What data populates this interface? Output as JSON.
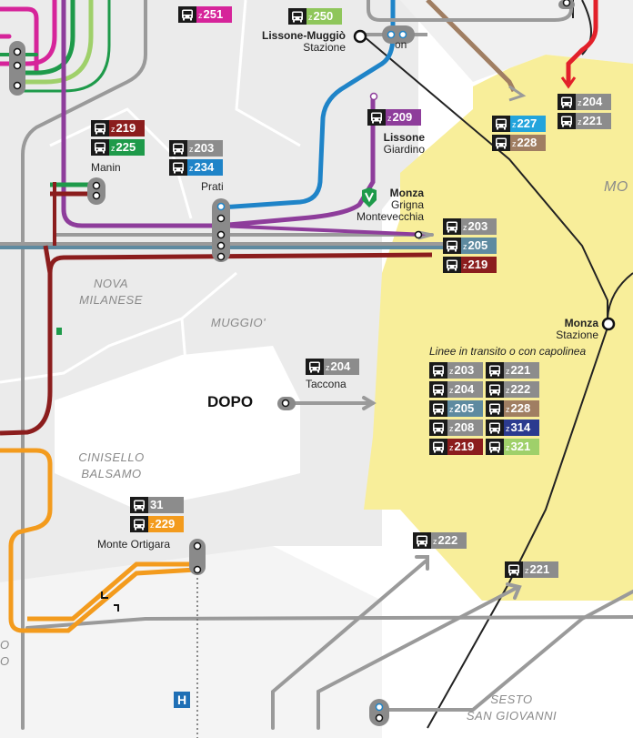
{
  "map": {
    "labels": {
      "lissone_muggio": "Lissone-Muggiò",
      "lissone_muggio_sub": "Stazione",
      "lissone_giardino": "Lissone",
      "lissone_giardino_sub": "Giardino",
      "manin": "Manin",
      "prati": "Prati",
      "monza_grigna_1": "Monza",
      "monza_grigna_2": "Grigna",
      "monza_grigna_3": "Montevecchia",
      "monza_stazione": "Monza",
      "monza_stazione_sub": "Stazione",
      "transit_note": "Linee in transito o con capolinea",
      "taccona": "Taccona",
      "dopo": "DOPO",
      "monte_ortigara": "Monte Ortigara",
      "top_partial": "on",
      "mo_partial": "MO",
      "o_partial": "O",
      "o_partial2": "O"
    },
    "areas": {
      "nova_1": "NOVA",
      "nova_2": "MILANESE",
      "muggio": "MUGGIO'",
      "cinisello_1": "CINISELLO",
      "cinisello_2": "BALSAMO",
      "sesto_1": "SESTO",
      "sesto_2": "SAN GIOVANNI"
    },
    "hospital_icon": "H",
    "colors": {
      "yellow_zone": "#f8ee9a",
      "grey_zone": "#e9e9e9",
      "line_magenta": "#d6249a",
      "line_green": "#1e9a4a",
      "line_lightgreen": "#9fd06a",
      "line_purple": "#8e3d9b",
      "line_blue": "#1f84c8",
      "line_darkred": "#8b1d1d",
      "line_steel": "#5e8aa0",
      "line_orange": "#f39b1d",
      "line_grey": "#8c8c8c",
      "line_brown": "#a07e62",
      "line_red": "#e2202a"
    },
    "badges": {
      "b251": {
        "prefix": "z",
        "num": "251",
        "color": "#d6249a"
      },
      "b250": {
        "prefix": "z",
        "num": "250",
        "color": "#8fc65b"
      },
      "b219a": {
        "prefix": "z",
        "num": "219",
        "color": "#8b1d1d"
      },
      "b225": {
        "prefix": "z",
        "num": "225",
        "color": "#1e9a4a"
      },
      "b203a": {
        "prefix": "z",
        "num": "203",
        "color": "#8c8c8c"
      },
      "b234": {
        "prefix": "z",
        "num": "234",
        "color": "#1f84c8"
      },
      "b209": {
        "prefix": "z",
        "num": "209",
        "color": "#8e3d9b"
      },
      "b227": {
        "prefix": "z",
        "num": "227",
        "color": "#23a4dc"
      },
      "b228": {
        "prefix": "z",
        "num": "228",
        "color": "#a07e62"
      },
      "b204a": {
        "prefix": "z",
        "num": "204",
        "color": "#8c8c8c"
      },
      "b221a": {
        "prefix": "z",
        "num": "221",
        "color": "#8c8c8c"
      },
      "b203b": {
        "prefix": "z",
        "num": "203",
        "color": "#8c8c8c"
      },
      "b205a": {
        "prefix": "z",
        "num": "205",
        "color": "#5e8aa0"
      },
      "b219b": {
        "prefix": "z",
        "num": "219",
        "color": "#8b1d1d"
      },
      "b204t": {
        "prefix": "z",
        "num": "204",
        "color": "#8c8c8c"
      },
      "b31": {
        "prefix": "",
        "num": "31",
        "color": "#8c8c8c"
      },
      "b229": {
        "prefix": "z",
        "num": "229",
        "color": "#f39b1d"
      },
      "b222s": {
        "prefix": "z",
        "num": "222",
        "color": "#8c8c8c"
      },
      "b221s": {
        "prefix": "z",
        "num": "221",
        "color": "#8c8c8c"
      }
    },
    "monza_grid": [
      {
        "prefix": "z",
        "num": "203",
        "color": "#8c8c8c"
      },
      {
        "prefix": "z",
        "num": "221",
        "color": "#8c8c8c"
      },
      {
        "prefix": "z",
        "num": "204",
        "color": "#8c8c8c"
      },
      {
        "prefix": "z",
        "num": "222",
        "color": "#8c8c8c"
      },
      {
        "prefix": "z",
        "num": "205",
        "color": "#5e8aa0"
      },
      {
        "prefix": "z",
        "num": "228",
        "color": "#a07e62"
      },
      {
        "prefix": "z",
        "num": "208",
        "color": "#8c8c8c"
      },
      {
        "prefix": "z",
        "num": "314",
        "color": "#2b3a8f"
      },
      {
        "prefix": "z",
        "num": "219",
        "color": "#8b1d1d"
      },
      {
        "prefix": "z",
        "num": "321",
        "color": "#9fd06a"
      }
    ]
  }
}
